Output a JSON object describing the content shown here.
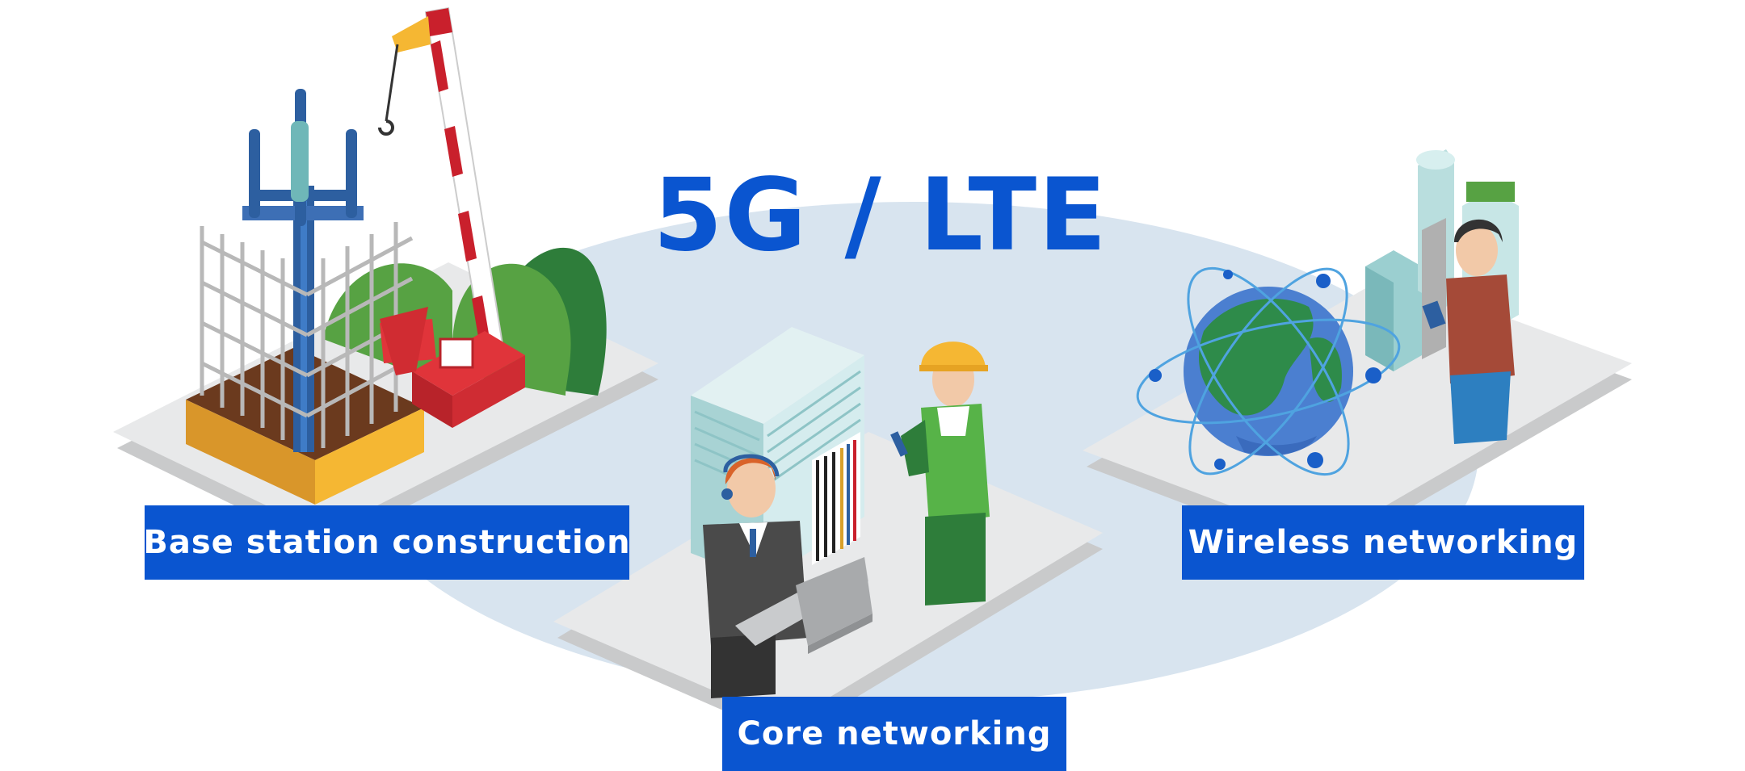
{
  "title": "5G / LTE",
  "labels": {
    "base_station": "Base station construction",
    "core": "Core networking",
    "wireless": "Wireless networking"
  },
  "colors": {
    "brand_blue": "#0a55d0",
    "background_ellipse": "#d8e4ef",
    "platform": "#e6e7e8"
  },
  "icons": [
    "cell-tower-icon",
    "crane-icon",
    "excavator-icon",
    "server-rack-icon",
    "operator-with-headset-icon",
    "laptop-icon",
    "technician-with-hardhat-icon",
    "globe-icon",
    "orbit-icon",
    "buildings-icon",
    "person-with-tablet-icon"
  ]
}
